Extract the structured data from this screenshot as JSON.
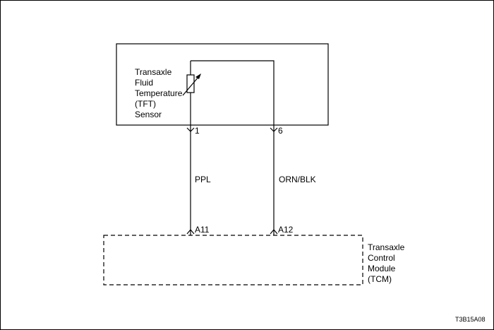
{
  "sensor": {
    "label_lines": [
      "Transaxle",
      "Fluid",
      "Temperature",
      "(TFT)",
      "Sensor"
    ]
  },
  "connector": {
    "pin_left": "1",
    "pin_right": "6",
    "pin_tcm_left": "A11",
    "pin_tcm_right": "A12"
  },
  "wires": {
    "left_color": "PPL",
    "right_color": "ORN/BLK"
  },
  "tcm": {
    "label_lines": [
      "Transaxle",
      "Control",
      "Module",
      "(TCM)"
    ]
  },
  "figure_code": "T3B15A08"
}
